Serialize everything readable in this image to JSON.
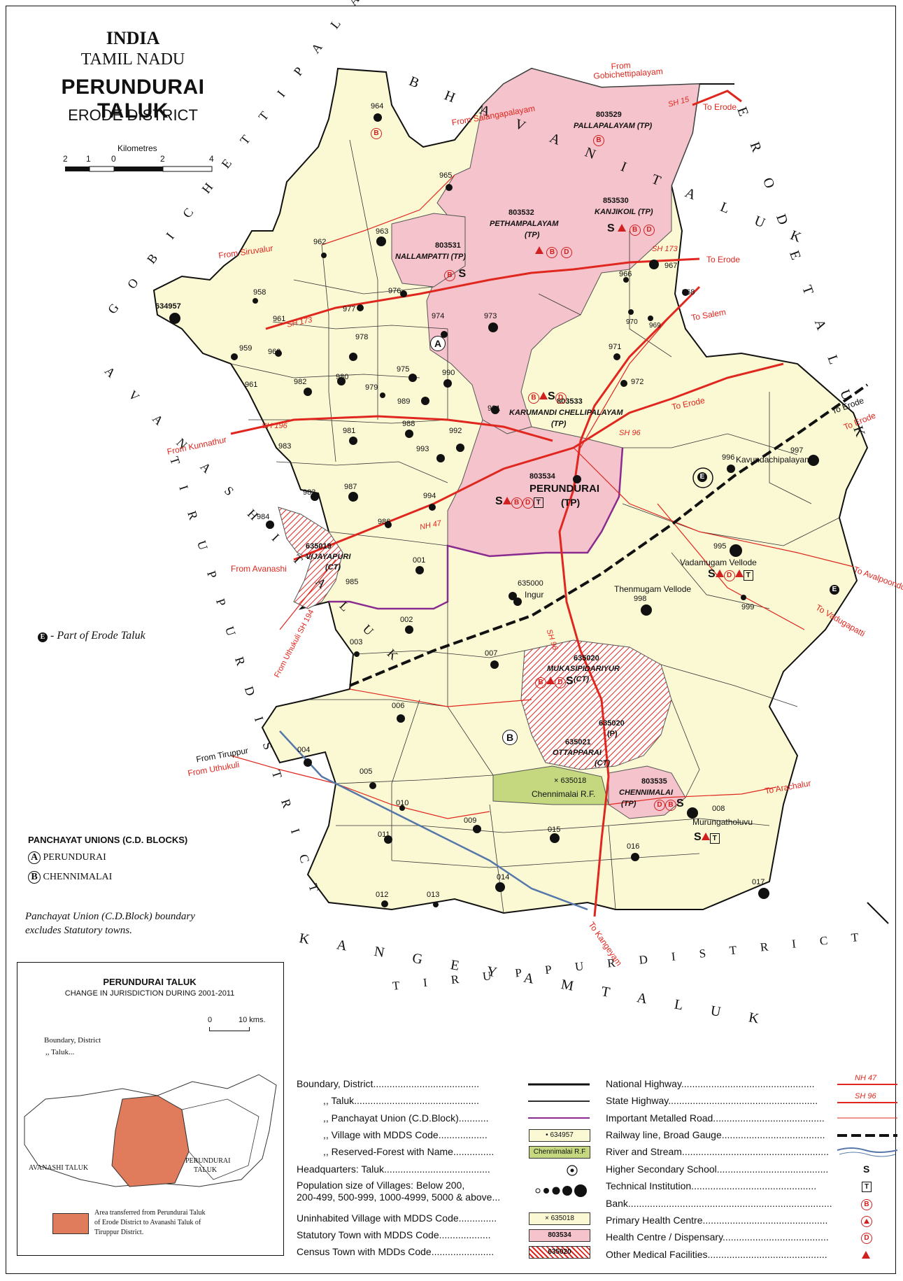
{
  "header": {
    "country": "INDIA",
    "state": "TAMIL NADU",
    "taluk": "PERUNDURAI TALUK",
    "district": "ERODE DISTRICT"
  },
  "scale": {
    "title": "Kilometres",
    "ticks": [
      "2",
      "1",
      "0",
      "2",
      "4"
    ]
  },
  "boundary_labels": {
    "north": "B H A V A N I   T A L U K",
    "northwest": "G O B I C H E T T I P A L A Y A M   T A L U K",
    "west": "A V A N A S H I   T A L U K",
    "west2": "T I R U P P U R   D I S T R I C T",
    "east": "E R O D E   T A L U K",
    "south": "K A N G E Y A M   T A L U K",
    "south2": "T I R U P P U R   D I S T R I C T"
  },
  "roads": {
    "from_gobichettipalayam": "From Gobichettipalayam",
    "from_salangapalayam": "From Salangapalayam",
    "sh15": "SH 15",
    "to_erode1": "To Erode",
    "sh173a": "SH 173",
    "to_erode2": "To Erode",
    "to_salem": "To Salem",
    "from_siruvalur": "From Siruvalur",
    "sh173b": "SH 173",
    "sh196": "SH 196",
    "from_kunnathur": "From Kunnathur",
    "to_erode3": "To Erode",
    "sh96a": "SH 96",
    "to_erode4": "To Erode",
    "to_erode5": "To Erode",
    "nh47": "NH 47",
    "from_avanashi": "From Avanashi",
    "from_uthukuli_sh194": "From Uthukuli SH 194",
    "sh96b": "SH 96",
    "to_avalpoondurai": "To Avalpoondurai",
    "to_vadugapatti": "To Vadugapatti",
    "from_tiruppur": "From Tiruppur",
    "from_uthukuli": "From Uthukuli",
    "to_arachalur": "To Arachalur",
    "to_kangeyam": "To Kangeyam"
  },
  "places": {
    "v964": "964",
    "v965": "965",
    "v963": "963",
    "v962": "962",
    "v958": "958",
    "v634957": "634957",
    "v977": "977",
    "v976": "976",
    "v961a": "961",
    "v974": "974",
    "v973": "973",
    "v959": "959",
    "v960": "960",
    "v978": "978",
    "v982": "982",
    "v980": "980",
    "v979": "979",
    "v975": "975",
    "v990": "990",
    "v961b": "961",
    "v989": "989",
    "v991": "991",
    "v981": "981",
    "v988": "988",
    "v992": "992",
    "v993": "993",
    "v983a": "983",
    "v983b": "983",
    "v987": "987",
    "v994": "994",
    "v984": "984",
    "v986": "986",
    "v985": "985",
    "v001": "001",
    "v002": "002",
    "v003": "003",
    "v007": "007",
    "v006": "006",
    "v004": "004",
    "v005": "005",
    "v010": "010",
    "v009": "009",
    "v011": "011",
    "v012": "012",
    "v013": "013",
    "v014": "014",
    "v015": "015",
    "v016": "016",
    "v017": "017",
    "v008": "008",
    "v966": "966",
    "v967": "967",
    "v968": "968",
    "v970": "970",
    "v969": "969",
    "v971": "971",
    "v972": "972",
    "v996": "996",
    "v997": "997",
    "v995": "995",
    "v998": "998",
    "v999": "999",
    "pallapalayam_code": "803529",
    "pallapalayam": "PALLAPALAYAM (TP)",
    "pethampalayam_code": "803532",
    "pethampalayam": "PETHAMPALAYAM",
    "pethampalayam_tp": "(TP)",
    "kanjikoil_code": "853530",
    "kanjikoil": "KANJIKOIL (TP)",
    "nallampatti_code": "803531",
    "nallampatti": "NALLAMPATTI (TP)",
    "karumandi_code": "803533",
    "karumandi": "KARUMANDI CHELLIPALAYAM",
    "karumandi_tp": "(TP)",
    "perundurai_code": "803534",
    "perundurai": "PERUNDURAI",
    "perundurai_tp": "(TP)",
    "vijayapuri_code": "635019",
    "vijayapuri": "VIJAYAPURI",
    "vijayapuri_ct": "(CT)",
    "ingur_code": "635000",
    "ingur": "Ingur",
    "vadamugam": "Vadamugam Vellode",
    "thenmugam": "Thenmugam Vellode",
    "kavundachipalayam": "Kavundachipalayam",
    "mukasipidariyur_code": "635020",
    "mukasipidariyur": "MUKASIPIDARIYUR",
    "mukasi_ct": "(CT)",
    "p635020": "635020",
    "p635020_p": "(P)",
    "ottapparai_code": "635021",
    "ottapparai": "OTTAPPARAI",
    "ottapparai_ct": "(CT)",
    "chennimalai_rf_code": "635018",
    "chennimalai_rf": "Chennimalai R.F.",
    "chennimalai_code": "803535",
    "chennimalai": "CHENNIMALAI",
    "chennimalai_tp": "(TP)",
    "murungatholuvu": "Murungatholuvu",
    "union_a": "A",
    "union_b": "B"
  },
  "part_of_erode": {
    "symbol": "E",
    "text": "- Part of Erode Taluk"
  },
  "panchayat_unions": {
    "heading": "PANCHAYAT UNIONS (C.D. BLOCKS)",
    "a_letter": "A",
    "a_name": "PERUNDURAI",
    "b_letter": "B",
    "b_name": "CHENNIMALAI",
    "note_line1": "Panchayat Union (C.D.Block) boundary",
    "note_line2": "excludes Statutory towns."
  },
  "inset": {
    "title": "PERUNDURAI TALUK",
    "subtitle": "CHANGE IN JURISDICTION DURING 2001-2011",
    "scale_0": "0",
    "scale_10": "10 kms.",
    "boundary_district": "Boundary, District",
    "boundary_taluk": ",,      Taluk...",
    "avanashi": "AVANASHI TALUK",
    "perundurai_l1": "PERUNDURAI",
    "perundurai_l2": "TALUK",
    "note_l1": "Area transferred from Perundurai Taluk",
    "note_l2": "of Erode District to Avanashi Taluk of",
    "note_l3": "Tiruppur District."
  },
  "legend_left": [
    {
      "label": "Boundary, District.......................................",
      "key": "district-boundary"
    },
    {
      "label": ",,          Taluk..............................................",
      "key": "taluk-boundary"
    },
    {
      "label": ",,          Panchayat Union (C.D.Block)...........",
      "key": "union-boundary"
    },
    {
      "label": ",,          Village with MDDS Code..................",
      "key": "village-code"
    },
    {
      "label": ",,          Reserved-Forest with Name...............",
      "key": "forest"
    },
    {
      "label": "Headquarters: Taluk.......................................",
      "key": "hq"
    },
    {
      "label": "Population size of Villages: Below 200,",
      "key": "population"
    },
    {
      "label": "200-499, 500-999, 1000-4999, 5000 & above...",
      "key": "population2"
    },
    {
      "label": "Uninhabited Village with MDDS Code..............",
      "key": "uninhabited"
    },
    {
      "label": "Statutory Town with MDDS Code...................",
      "key": "statutory"
    },
    {
      "label": "Census Town with MDDs Code.......................",
      "key": "census"
    }
  ],
  "legend_left_swatches": {
    "village": "634957",
    "forest": "Chennimalai R.F",
    "uninhabited": "635018",
    "statutory": "803534",
    "census": "635020"
  },
  "legend_right": [
    {
      "label": "National Highway.................................................",
      "key": "nh",
      "tag": "NH 47"
    },
    {
      "label": "State Highway.......................................................",
      "key": "sh",
      "tag": "SH 96"
    },
    {
      "label": "Important Metalled Road.........................................",
      "key": "road"
    },
    {
      "label": "Railway line, Broad Gauge......................................",
      "key": "rail"
    },
    {
      "label": "River and Stream......................................................",
      "key": "river"
    },
    {
      "label": "Higher Secondary School.........................................",
      "key": "school",
      "sym": "S"
    },
    {
      "label": "Technical Institution..............................................",
      "key": "tech",
      "sym": "T"
    },
    {
      "label": "Bank...........................................................................",
      "key": "bank",
      "sym": "B"
    },
    {
      "label": "Primary Health Centre..............................................",
      "key": "phc"
    },
    {
      "label": "Health Centre / Dispensary.......................................",
      "key": "dispensary",
      "sym": "D"
    },
    {
      "label": "Other Medical Facilities............................................",
      "key": "other-med"
    }
  ],
  "colors": {
    "taluk_fill": "#fbf8d4",
    "town_fill": "#f5c3cb",
    "forest_fill": "#c5d87f",
    "red": "#e0271f",
    "purple": "#8a2b8f",
    "inset_fill": "#e07b5c"
  }
}
